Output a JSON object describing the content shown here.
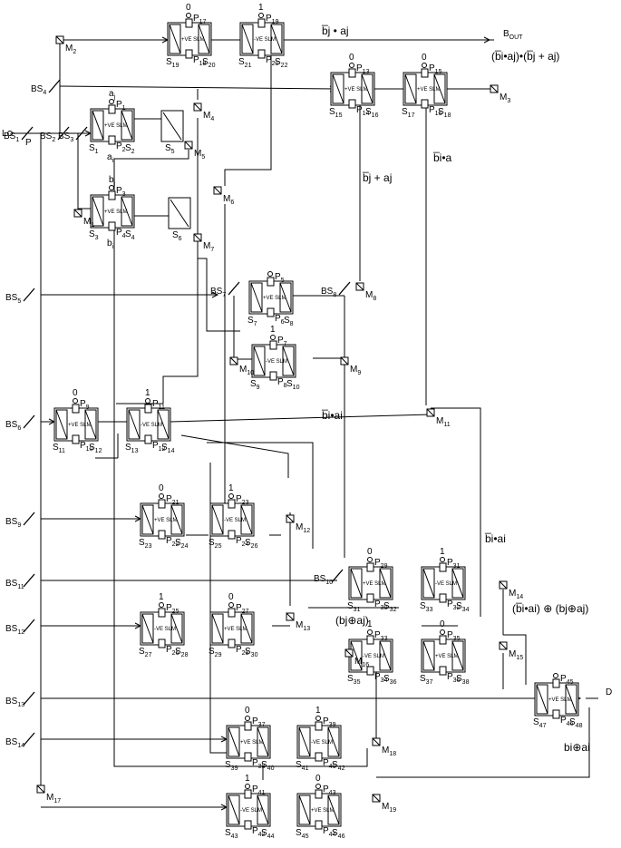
{
  "source": {
    "label": "L",
    "p_label": "P"
  },
  "output_b": {
    "label": "B",
    "sub": "OUT"
  },
  "output_d": {
    "label": "D"
  },
  "slm_labels": {
    "pos": "+VE SLM",
    "neg": "-VE SLM"
  },
  "units": [
    {
      "id": "u1",
      "slm": "pos",
      "s1": "S1",
      "s2": "S2",
      "p1": "P1",
      "p2": "P2",
      "top": "a",
      "top_sub": "j",
      "bot": "a",
      "bot_sub": "i"
    },
    {
      "id": "u2",
      "slm": "pos",
      "s1": "S3",
      "s2": "S4",
      "p1": "P3",
      "p2": "P4",
      "top": "b",
      "top_sub": "j",
      "bot": "b",
      "bot_sub": "i"
    },
    {
      "id": "u3",
      "slm": "pos",
      "s1": "S7",
      "s2": "S8",
      "p1": "P5",
      "p2": "P6",
      "top": "",
      "bot": ""
    },
    {
      "id": "u4",
      "slm": "neg",
      "s1": "S9",
      "s2": "S10",
      "p1": "P7",
      "p2": "P8",
      "top": "1",
      "bot": ""
    },
    {
      "id": "u5",
      "slm": "pos",
      "s1": "S11",
      "s2": "S12",
      "p1": "P9",
      "p2": "P10",
      "top": "0",
      "bot": ""
    },
    {
      "id": "u6",
      "slm": "neg",
      "s1": "S13",
      "s2": "S14",
      "p1": "P11",
      "p2": "P12",
      "top": "1",
      "bot": ""
    },
    {
      "id": "u7",
      "slm": "pos",
      "s1": "S15",
      "s2": "S16",
      "p1": "P13",
      "p2": "P14",
      "top": "0",
      "bot": ""
    },
    {
      "id": "u8",
      "slm": "pos",
      "s1": "S17",
      "s2": "S18",
      "p1": "P15",
      "p2": "P16",
      "top": "0",
      "bot": ""
    },
    {
      "id": "u9",
      "slm": "pos",
      "s1": "S19",
      "s2": "S20",
      "p1": "P17",
      "p2": "P18",
      "top": "0",
      "bot": ""
    },
    {
      "id": "u10",
      "slm": "neg",
      "s1": "S21",
      "s2": "S22",
      "p1": "P19",
      "p2": "P20",
      "top": "1",
      "bot": ""
    },
    {
      "id": "u11",
      "slm": "pos",
      "s1": "S23",
      "s2": "S24",
      "p1": "P21",
      "p2": "P22",
      "top": "0",
      "bot": ""
    },
    {
      "id": "u12",
      "slm": "neg",
      "s1": "S25",
      "s2": "S26",
      "p1": "P23",
      "p2": "P24",
      "top": "1",
      "bot": ""
    },
    {
      "id": "u13",
      "slm": "neg",
      "s1": "S27",
      "s2": "S28",
      "p1": "P25",
      "p2": "P26",
      "top": "1",
      "bot": ""
    },
    {
      "id": "u14",
      "slm": "pos",
      "s1": "S29",
      "s2": "S30",
      "p1": "P27",
      "p2": "P28",
      "top": "0",
      "bot": ""
    },
    {
      "id": "u15",
      "slm": "pos",
      "s1": "S31",
      "s2": "S32",
      "p1": "P29",
      "p2": "P30",
      "top": "0",
      "bot": ""
    },
    {
      "id": "u16",
      "slm": "neg",
      "s1": "S33",
      "s2": "S34",
      "p1": "P31",
      "p2": "P32",
      "top": "1",
      "bot": ""
    },
    {
      "id": "u17",
      "slm": "neg",
      "s1": "S35",
      "s2": "S36",
      "p1": "P33",
      "p2": "P34",
      "top": "1",
      "bot": ""
    },
    {
      "id": "u18",
      "slm": "pos",
      "s1": "S37",
      "s2": "S38",
      "p1": "P35",
      "p2": "P36",
      "top": "0",
      "bot": ""
    },
    {
      "id": "u19",
      "slm": "pos",
      "s1": "S39",
      "s2": "S40",
      "p1": "P37",
      "p2": "P38",
      "top": "0",
      "bot": ""
    },
    {
      "id": "u20",
      "slm": "neg",
      "s1": "S41",
      "s2": "S42",
      "p1": "P39",
      "p2": "P40",
      "top": "1",
      "bot": ""
    },
    {
      "id": "u21",
      "slm": "neg",
      "s1": "S43",
      "s2": "S44",
      "p1": "P41",
      "p2": "P42",
      "top": "1",
      "bot": ""
    },
    {
      "id": "u22",
      "slm": "pos",
      "s1": "S45",
      "s2": "S46",
      "p1": "P43",
      "p2": "P44",
      "top": "0",
      "bot": ""
    },
    {
      "id": "u23",
      "slm": "pos",
      "s1": "S47",
      "s2": "S48",
      "p1": "P45",
      "p2": "P46",
      "top": "",
      "bot": ""
    }
  ],
  "small_units": [
    {
      "id": "s5",
      "label": "S5"
    },
    {
      "id": "s6",
      "label": "S6"
    }
  ],
  "beamsplitters": [
    "BS1",
    "BS2",
    "BS3",
    "BS4",
    "BS5",
    "BS6",
    "BS7",
    "BS8",
    "BS9",
    "BS10",
    "BS11",
    "BS12",
    "BS13",
    "BS14"
  ],
  "mirrors": [
    "M1",
    "M2",
    "M3",
    "M4",
    "M5",
    "M6",
    "M7",
    "M8",
    "M9",
    "M10",
    "M11",
    "M12",
    "M13",
    "M14",
    "M15",
    "M16",
    "M17",
    "M18",
    "M19"
  ],
  "expressions": {
    "e1": "b̅j • aj",
    "e2": "(b̅i•aj)•(b̅j + aj)",
    "e3": "b̅j + aj",
    "e4": "b̅i•a",
    "e5": "b̅i•ai",
    "e6": "b̅i•ai",
    "e7": "(b̅i•ai) ⊕ (bj⊕aj)",
    "e8": "(bj⊕aj)",
    "e9": "bi⊕ai"
  }
}
